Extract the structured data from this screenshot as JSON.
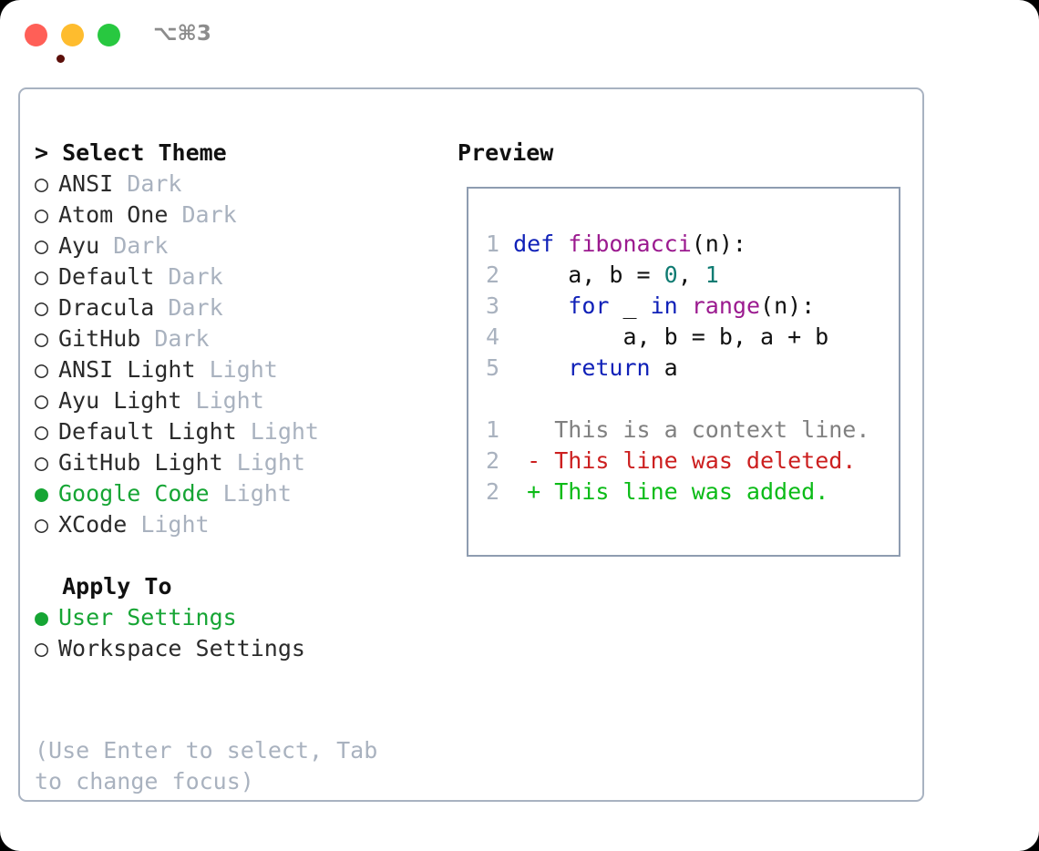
{
  "window": {
    "shortcut_label": "⌥⌘3",
    "traffic_lights": {
      "close": "close-button",
      "minimize": "minimize-button",
      "maximize": "maximize-button"
    }
  },
  "left": {
    "title": "> Select Theme",
    "themes": [
      {
        "bullet": "○",
        "name": "ANSI",
        "variant": "Dark",
        "selected": false
      },
      {
        "bullet": "○",
        "name": "Atom One",
        "variant": "Dark",
        "selected": false
      },
      {
        "bullet": "○",
        "name": "Ayu",
        "variant": "Dark",
        "selected": false
      },
      {
        "bullet": "○",
        "name": "Default",
        "variant": "Dark",
        "selected": false
      },
      {
        "bullet": "○",
        "name": "Dracula",
        "variant": "Dark",
        "selected": false
      },
      {
        "bullet": "○",
        "name": "GitHub",
        "variant": "Dark",
        "selected": false
      },
      {
        "bullet": "○",
        "name": "ANSI Light",
        "variant": "Light",
        "selected": false
      },
      {
        "bullet": "○",
        "name": "Ayu Light",
        "variant": "Light",
        "selected": false
      },
      {
        "bullet": "○",
        "name": "Default Light",
        "variant": "Light",
        "selected": false
      },
      {
        "bullet": "○",
        "name": "GitHub Light",
        "variant": "Light",
        "selected": false
      },
      {
        "bullet": "●",
        "name": "Google Code",
        "variant": "Light",
        "selected": true
      },
      {
        "bullet": "○",
        "name": "XCode",
        "variant": "Light",
        "selected": false
      }
    ],
    "apply_to_title": "  Apply To",
    "apply_to": [
      {
        "bullet": "●",
        "name": "User Settings",
        "selected": true
      },
      {
        "bullet": "○",
        "name": "Workspace Settings",
        "selected": false
      }
    ],
    "hint": "(Use Enter to select, Tab to change focus)"
  },
  "right": {
    "title": "Preview",
    "code_lines": [
      {
        "num": "1",
        "tokens": [
          {
            "t": " ",
            "c": "txt"
          },
          {
            "t": "def",
            "c": "kw"
          },
          {
            "t": " ",
            "c": "txt"
          },
          {
            "t": "fibonacci",
            "c": "fn"
          },
          {
            "t": "(n):",
            "c": "txt"
          }
        ]
      },
      {
        "num": "2",
        "tokens": [
          {
            "t": "     a, b = ",
            "c": "txt"
          },
          {
            "t": "0",
            "c": "num"
          },
          {
            "t": ", ",
            "c": "txt"
          },
          {
            "t": "1",
            "c": "num"
          }
        ]
      },
      {
        "num": "3",
        "tokens": [
          {
            "t": "     ",
            "c": "txt"
          },
          {
            "t": "for",
            "c": "kw"
          },
          {
            "t": " _ ",
            "c": "txt"
          },
          {
            "t": "in",
            "c": "kw"
          },
          {
            "t": " ",
            "c": "txt"
          },
          {
            "t": "range",
            "c": "fn"
          },
          {
            "t": "(n):",
            "c": "txt"
          }
        ]
      },
      {
        "num": "4",
        "tokens": [
          {
            "t": "         a, b = b, a + b",
            "c": "txt"
          }
        ]
      },
      {
        "num": "5",
        "tokens": [
          {
            "t": "     ",
            "c": "txt"
          },
          {
            "t": "return",
            "c": "kw"
          },
          {
            "t": " a",
            "c": "txt"
          }
        ]
      }
    ],
    "diff_lines": [
      {
        "num": "1",
        "marker": "  ",
        "text": "This is a context line.",
        "kind": "ctx"
      },
      {
        "num": "2",
        "marker": "- ",
        "text": "This line was deleted.",
        "kind": "del"
      },
      {
        "num": "2",
        "marker": "+ ",
        "text": "This line was added.",
        "kind": "add"
      }
    ]
  },
  "colors": {
    "selected_green": "#16a534",
    "muted_gray": "#a9b2bf",
    "keyword_blue": "#1021b8",
    "function_magenta": "#9b1a8f",
    "number_teal": "#0f7b72",
    "diff_delete_red": "#cc1f1f",
    "diff_add_green": "#0bbb17",
    "panel_border": "#a8b2c1"
  }
}
